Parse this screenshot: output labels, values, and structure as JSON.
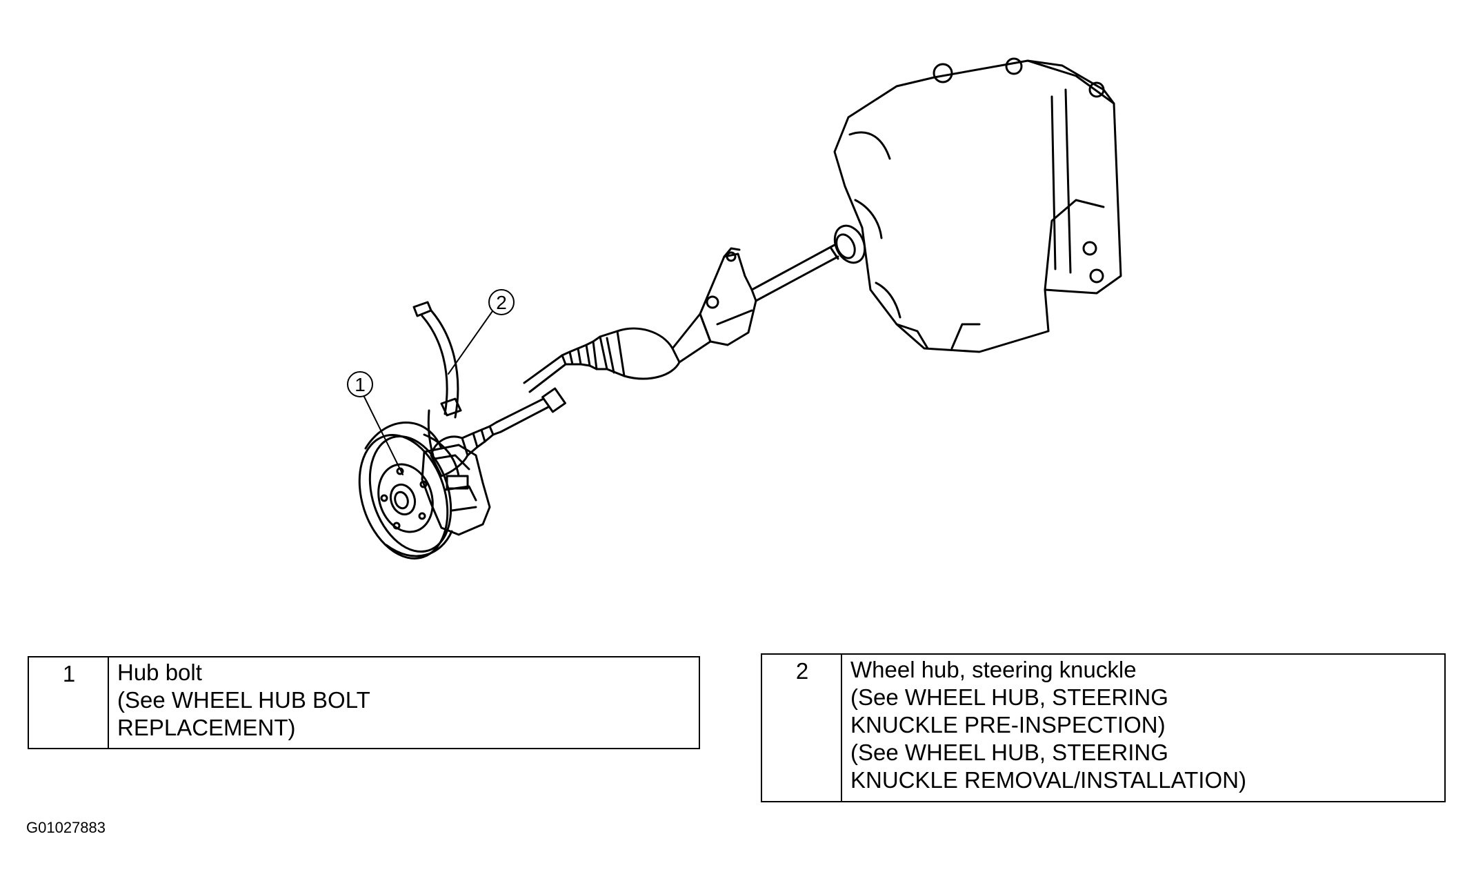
{
  "callouts": {
    "c1": "1",
    "c2": "2"
  },
  "legend": [
    {
      "number": "1",
      "lines": [
        "Hub bolt",
        "(See WHEEL HUB BOLT",
        "REPLACEMENT)"
      ]
    },
    {
      "number": "2",
      "lines": [
        "Wheel hub, steering knuckle",
        "(See  WHEEL HUB, STEERING",
        "KNUCKLE PRE-INSPECTION)",
        "(See  WHEEL HUB, STEERING",
        "KNUCKLE REMOVAL/INSTALLATION)"
      ]
    }
  ],
  "figure_id": "G01027883"
}
